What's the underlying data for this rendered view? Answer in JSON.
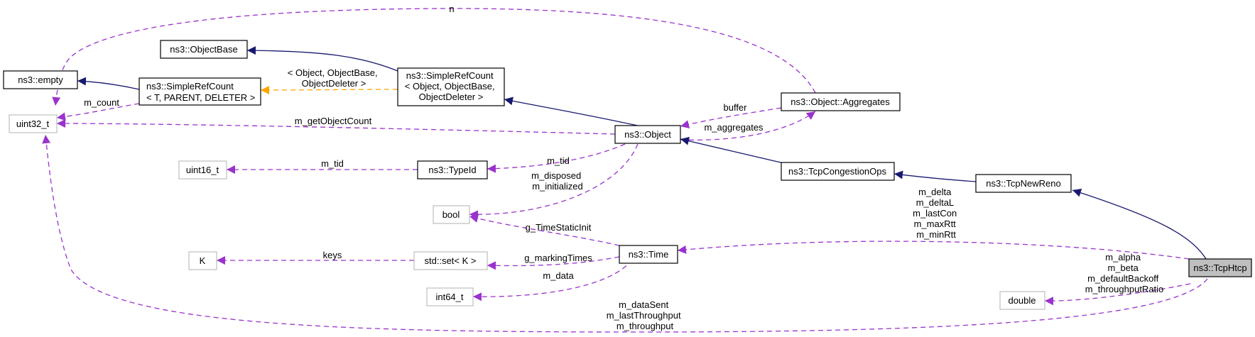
{
  "colors": {
    "inheritance_edge": "#191970",
    "usage_edge": "#9a32cd",
    "template_edge": "#ffa500",
    "node_border": "#000000",
    "external_node_border": "#bfbfbf",
    "focus_node_fill": "#bfbfbf",
    "node_fill": "#ffffff"
  },
  "nodes": {
    "empty": "ns3::empty",
    "uint32": "uint32_t",
    "objectbase": "ns3::ObjectBase",
    "srcTemplate": [
      "ns3::SimpleRefCount",
      "< T, PARENT, DELETER >"
    ],
    "srcObject": [
      "ns3::SimpleRefCount",
      "< Object, ObjectBase,",
      "ObjectDeleter >"
    ],
    "object": "ns3::Object",
    "aggregates": "ns3::Object::Aggregates",
    "uint16": "uint16_t",
    "typeid": "ns3::TypeId",
    "bool": "bool",
    "congops": "ns3::TcpCongestionOps",
    "newreno": "ns3::TcpNewReno",
    "htcp": "ns3::TcpHtcp",
    "k": "K",
    "set": "std::set< K >",
    "time": "ns3::Time",
    "int64": "int64_t",
    "double": "double"
  },
  "edge_labels": {
    "n": "n",
    "m_count": "m_count",
    "template_args": [
      "< Object, ObjectBase,",
      "ObjectDeleter >"
    ],
    "buffer": "buffer",
    "m_getObjectCount": "m_getObjectCount",
    "m_aggregates": "m_aggregates",
    "m_tid_typeid": "m_tid",
    "m_tid_uint16": "m_tid",
    "disposed": [
      "m_disposed",
      "m_initialized"
    ],
    "g_TimeStaticInit": "g_TimeStaticInit",
    "keys": "keys",
    "g_markingTimes": "g_markingTimes",
    "m_data": "m_data",
    "delta": [
      "m_delta",
      "m_deltaL",
      "m_lastCon",
      "m_maxRtt",
      "m_minRtt"
    ],
    "alpha": [
      "m_alpha",
      "m_beta",
      "m_defaultBackoff",
      "m_throughputRatio"
    ],
    "dataSent": [
      "m_dataSent",
      "m_lastThroughput",
      "m_throughput"
    ]
  }
}
